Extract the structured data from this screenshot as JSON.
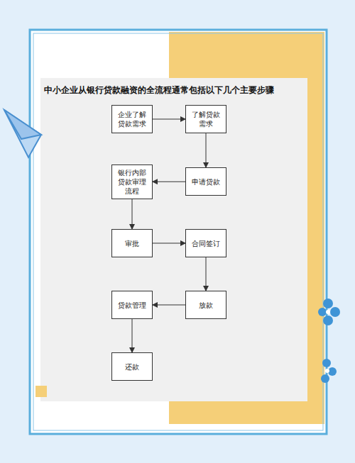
{
  "diagram": {
    "title": "中小企业从银行贷款融资的全流程通常包括以下几个主要步骤",
    "nodes": [
      {
        "text": [
          "企业了解贷款需求"
        ]
      },
      {
        "text": [
          "了解贷款需求"
        ]
      },
      {
        "text": [
          "申请贷款"
        ]
      },
      {
        "text": [
          "银行内部贷款审理流程"
        ]
      },
      {
        "text": [
          "审批"
        ]
      },
      {
        "text": [
          "合同签订"
        ]
      },
      {
        "text": [
          "放款"
        ]
      },
      {
        "text": [
          "贷款管理"
        ]
      },
      {
        "text": [
          "还款"
        ]
      }
    ],
    "edges": [
      {
        "from": 0,
        "to": 1,
        "arrow": "to"
      },
      {
        "from": 1,
        "to": 2,
        "arrow": "to"
      },
      {
        "from": 2,
        "to": 3,
        "arrow": "to"
      },
      {
        "from": 3,
        "to": 4,
        "arrow": "to"
      },
      {
        "from": 4,
        "to": 5,
        "arrow": "to"
      },
      {
        "from": 5,
        "to": 6,
        "arrow": "to"
      },
      {
        "from": 6,
        "to": 7,
        "arrow": "to"
      },
      {
        "from": 7,
        "to": 8,
        "arrow": "to"
      }
    ]
  }
}
